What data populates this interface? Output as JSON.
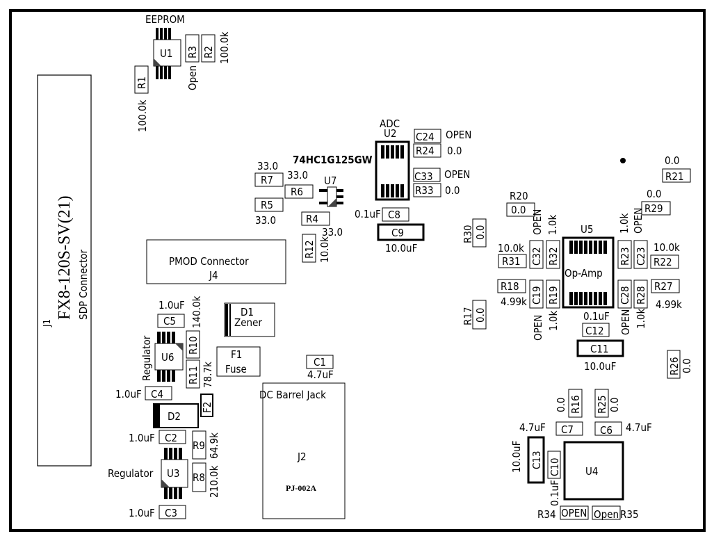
{
  "board": {
    "title": "PCB silkscreen layout",
    "colors": {
      "ink": "#000000",
      "background": "#ffffff"
    }
  },
  "components": {
    "J1": {
      "ref": "J1",
      "part": "FX8-120S-SV(21)",
      "desc": "SDP Connector"
    },
    "J4": {
      "ref": "J4",
      "desc": "PMOD Connector"
    },
    "J2": {
      "ref": "J2",
      "part": "PJ-002A",
      "desc": "DC Barrel Jack"
    },
    "U1": {
      "ref": "U1",
      "desc": "EEPROM"
    },
    "U2": {
      "ref": "U2",
      "desc": "ADC"
    },
    "U3": {
      "ref": "U3",
      "desc": "Regulator"
    },
    "U4": {
      "ref": "U4"
    },
    "U5": {
      "ref": "U5",
      "desc": "Op-Amp"
    },
    "U6": {
      "ref": "U6",
      "desc": "Regulator"
    },
    "U7": {
      "ref": "U7",
      "part": "74HC1G125GW"
    },
    "D1": {
      "ref": "D1",
      "desc": "Zener"
    },
    "D2": {
      "ref": "D2"
    },
    "F1": {
      "ref": "F1",
      "desc": "Fuse"
    },
    "F2": {
      "ref": "F2"
    },
    "R1": {
      "ref": "R1",
      "value": "100.0k"
    },
    "R2": {
      "ref": "R2",
      "value": "100.0k"
    },
    "R3": {
      "ref": "R3",
      "value": "Open"
    },
    "R4": {
      "ref": "R4",
      "value": "33.0"
    },
    "R5": {
      "ref": "R5",
      "value": "33.0"
    },
    "R6": {
      "ref": "R6",
      "value": "33.0"
    },
    "R7": {
      "ref": "R7",
      "value": "33.0"
    },
    "R8": {
      "ref": "R8",
      "value": "210.0k"
    },
    "R9": {
      "ref": "R9",
      "value": "64.9k"
    },
    "R10": {
      "ref": "R10",
      "value": "140.0k"
    },
    "R11": {
      "ref": "R11",
      "value": "78.7k"
    },
    "R12": {
      "ref": "R12",
      "value": "10.0k"
    },
    "R16": {
      "ref": "R16",
      "value": "0.0"
    },
    "R17": {
      "ref": "R17",
      "value": "0.0"
    },
    "R18": {
      "ref": "R18",
      "value": "4.99k"
    },
    "R19": {
      "ref": "R19",
      "value": "1.0k"
    },
    "R20": {
      "ref": "R20",
      "value": "0.0"
    },
    "R21": {
      "ref": "R21",
      "value": "0.0"
    },
    "R22": {
      "ref": "R22",
      "value": "10.0k"
    },
    "R23": {
      "ref": "R23",
      "value": "1.0k"
    },
    "R24": {
      "ref": "R24",
      "value": "0.0"
    },
    "R25": {
      "ref": "R25",
      "value": "0.0"
    },
    "R26": {
      "ref": "R26",
      "value": "0.0"
    },
    "R27": {
      "ref": "R27",
      "value": "4.99k"
    },
    "R28": {
      "ref": "R28",
      "value": "1.0k"
    },
    "R29": {
      "ref": "R29",
      "value": "0.0"
    },
    "R30": {
      "ref": "R30",
      "value": "0.0"
    },
    "R31": {
      "ref": "R31",
      "value": "10.0k"
    },
    "R32": {
      "ref": "R32",
      "value": "1.0k"
    },
    "R33": {
      "ref": "R33",
      "value": "0.0"
    },
    "R34": {
      "ref": "R34",
      "value": "OPEN"
    },
    "R35": {
      "ref": "R35",
      "value": "Open"
    },
    "C1": {
      "ref": "C1",
      "value": "4.7uF"
    },
    "C2": {
      "ref": "C2",
      "value": "1.0uF"
    },
    "C3": {
      "ref": "C3",
      "value": "1.0uF"
    },
    "C4": {
      "ref": "C4",
      "value": "1.0uF"
    },
    "C5": {
      "ref": "C5",
      "value": "1.0uF"
    },
    "C6": {
      "ref": "C6",
      "value": "4.7uF"
    },
    "C7": {
      "ref": "C7",
      "value": "4.7uF"
    },
    "C8": {
      "ref": "C8",
      "value": "0.1uF"
    },
    "C9": {
      "ref": "C9",
      "value": "10.0uF"
    },
    "C10": {
      "ref": "C10",
      "value": "0.1uF"
    },
    "C11": {
      "ref": "C11",
      "value": "10.0uF"
    },
    "C12": {
      "ref": "C12",
      "value": "0.1uF"
    },
    "C13": {
      "ref": "C13",
      "value": "10.0uF"
    },
    "C19": {
      "ref": "C19",
      "value": "OPEN"
    },
    "C23": {
      "ref": "C23",
      "value": "OPEN"
    },
    "C24": {
      "ref": "C24",
      "value": "OPEN"
    },
    "C28": {
      "ref": "C28",
      "value": "OPEN"
    },
    "C32": {
      "ref": "C32",
      "value": "OPEN"
    },
    "C33": {
      "ref": "C33",
      "value": "OPEN"
    }
  }
}
